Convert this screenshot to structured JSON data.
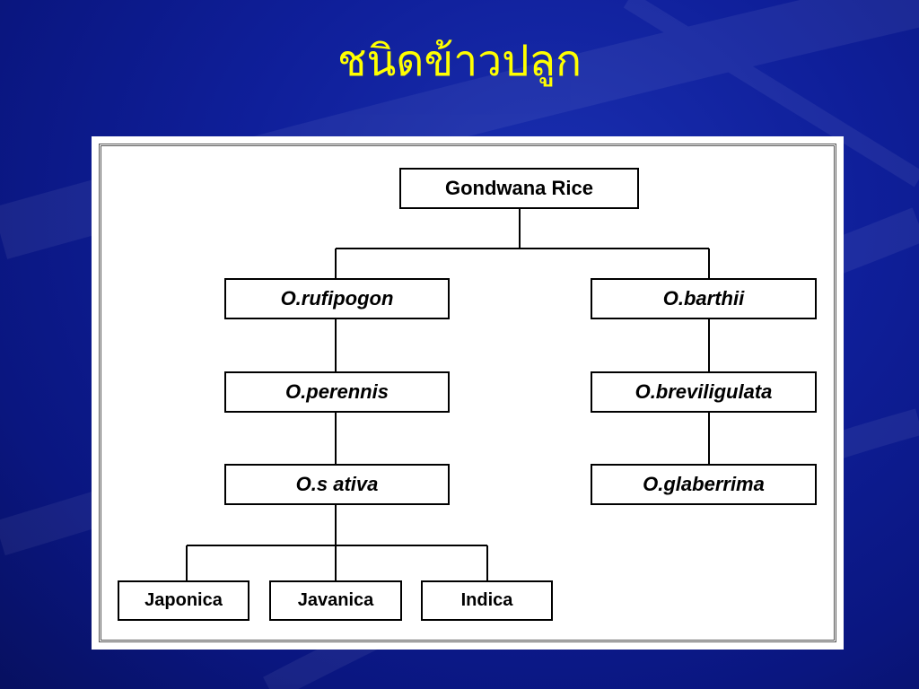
{
  "slide": {
    "title": "ชนิดข้าวปลูก",
    "background_color": "#0f1f9a",
    "title_color": "#ffff00"
  },
  "diagram": {
    "root": "Gondwana Rice",
    "left_branch": {
      "level1": "O.rufipogon",
      "level2": "O.perennis",
      "level3": "O.s ativa",
      "children": [
        "Japonica",
        "Javanica",
        "Indica"
      ]
    },
    "right_branch": {
      "level1": "O.barthii",
      "level2": "O.breviligulata",
      "level3": "O.glaberrima"
    }
  }
}
